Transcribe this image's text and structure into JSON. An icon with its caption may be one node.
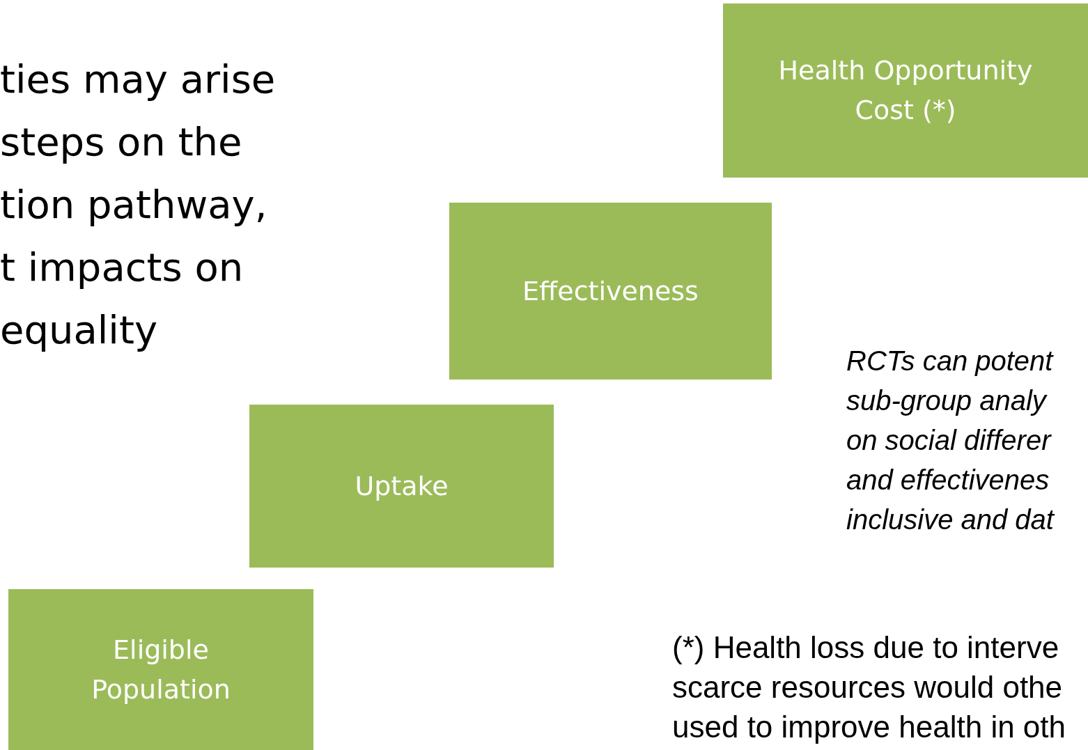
{
  "diagram": {
    "nodes": [
      {
        "text": [
          "Health Opportunity Cost (*)"
        ]
      },
      {
        "text": [
          "Effectiveness"
        ]
      },
      {
        "text": [
          "Uptake"
        ]
      },
      {
        "text": [
          "Eligible Population"
        ]
      }
    ],
    "labels": [
      "ties may arise",
      "steps on the",
      "tion pathway,",
      "t impacts on",
      "equality",
      "RCTs can potent",
      "sub-group analy",
      "on social differer",
      "and effectivenes",
      "inclusive and dat",
      "(*) Health loss due to interve",
      "scarce resources would othe",
      "used to improve health in oth"
    ]
  }
}
